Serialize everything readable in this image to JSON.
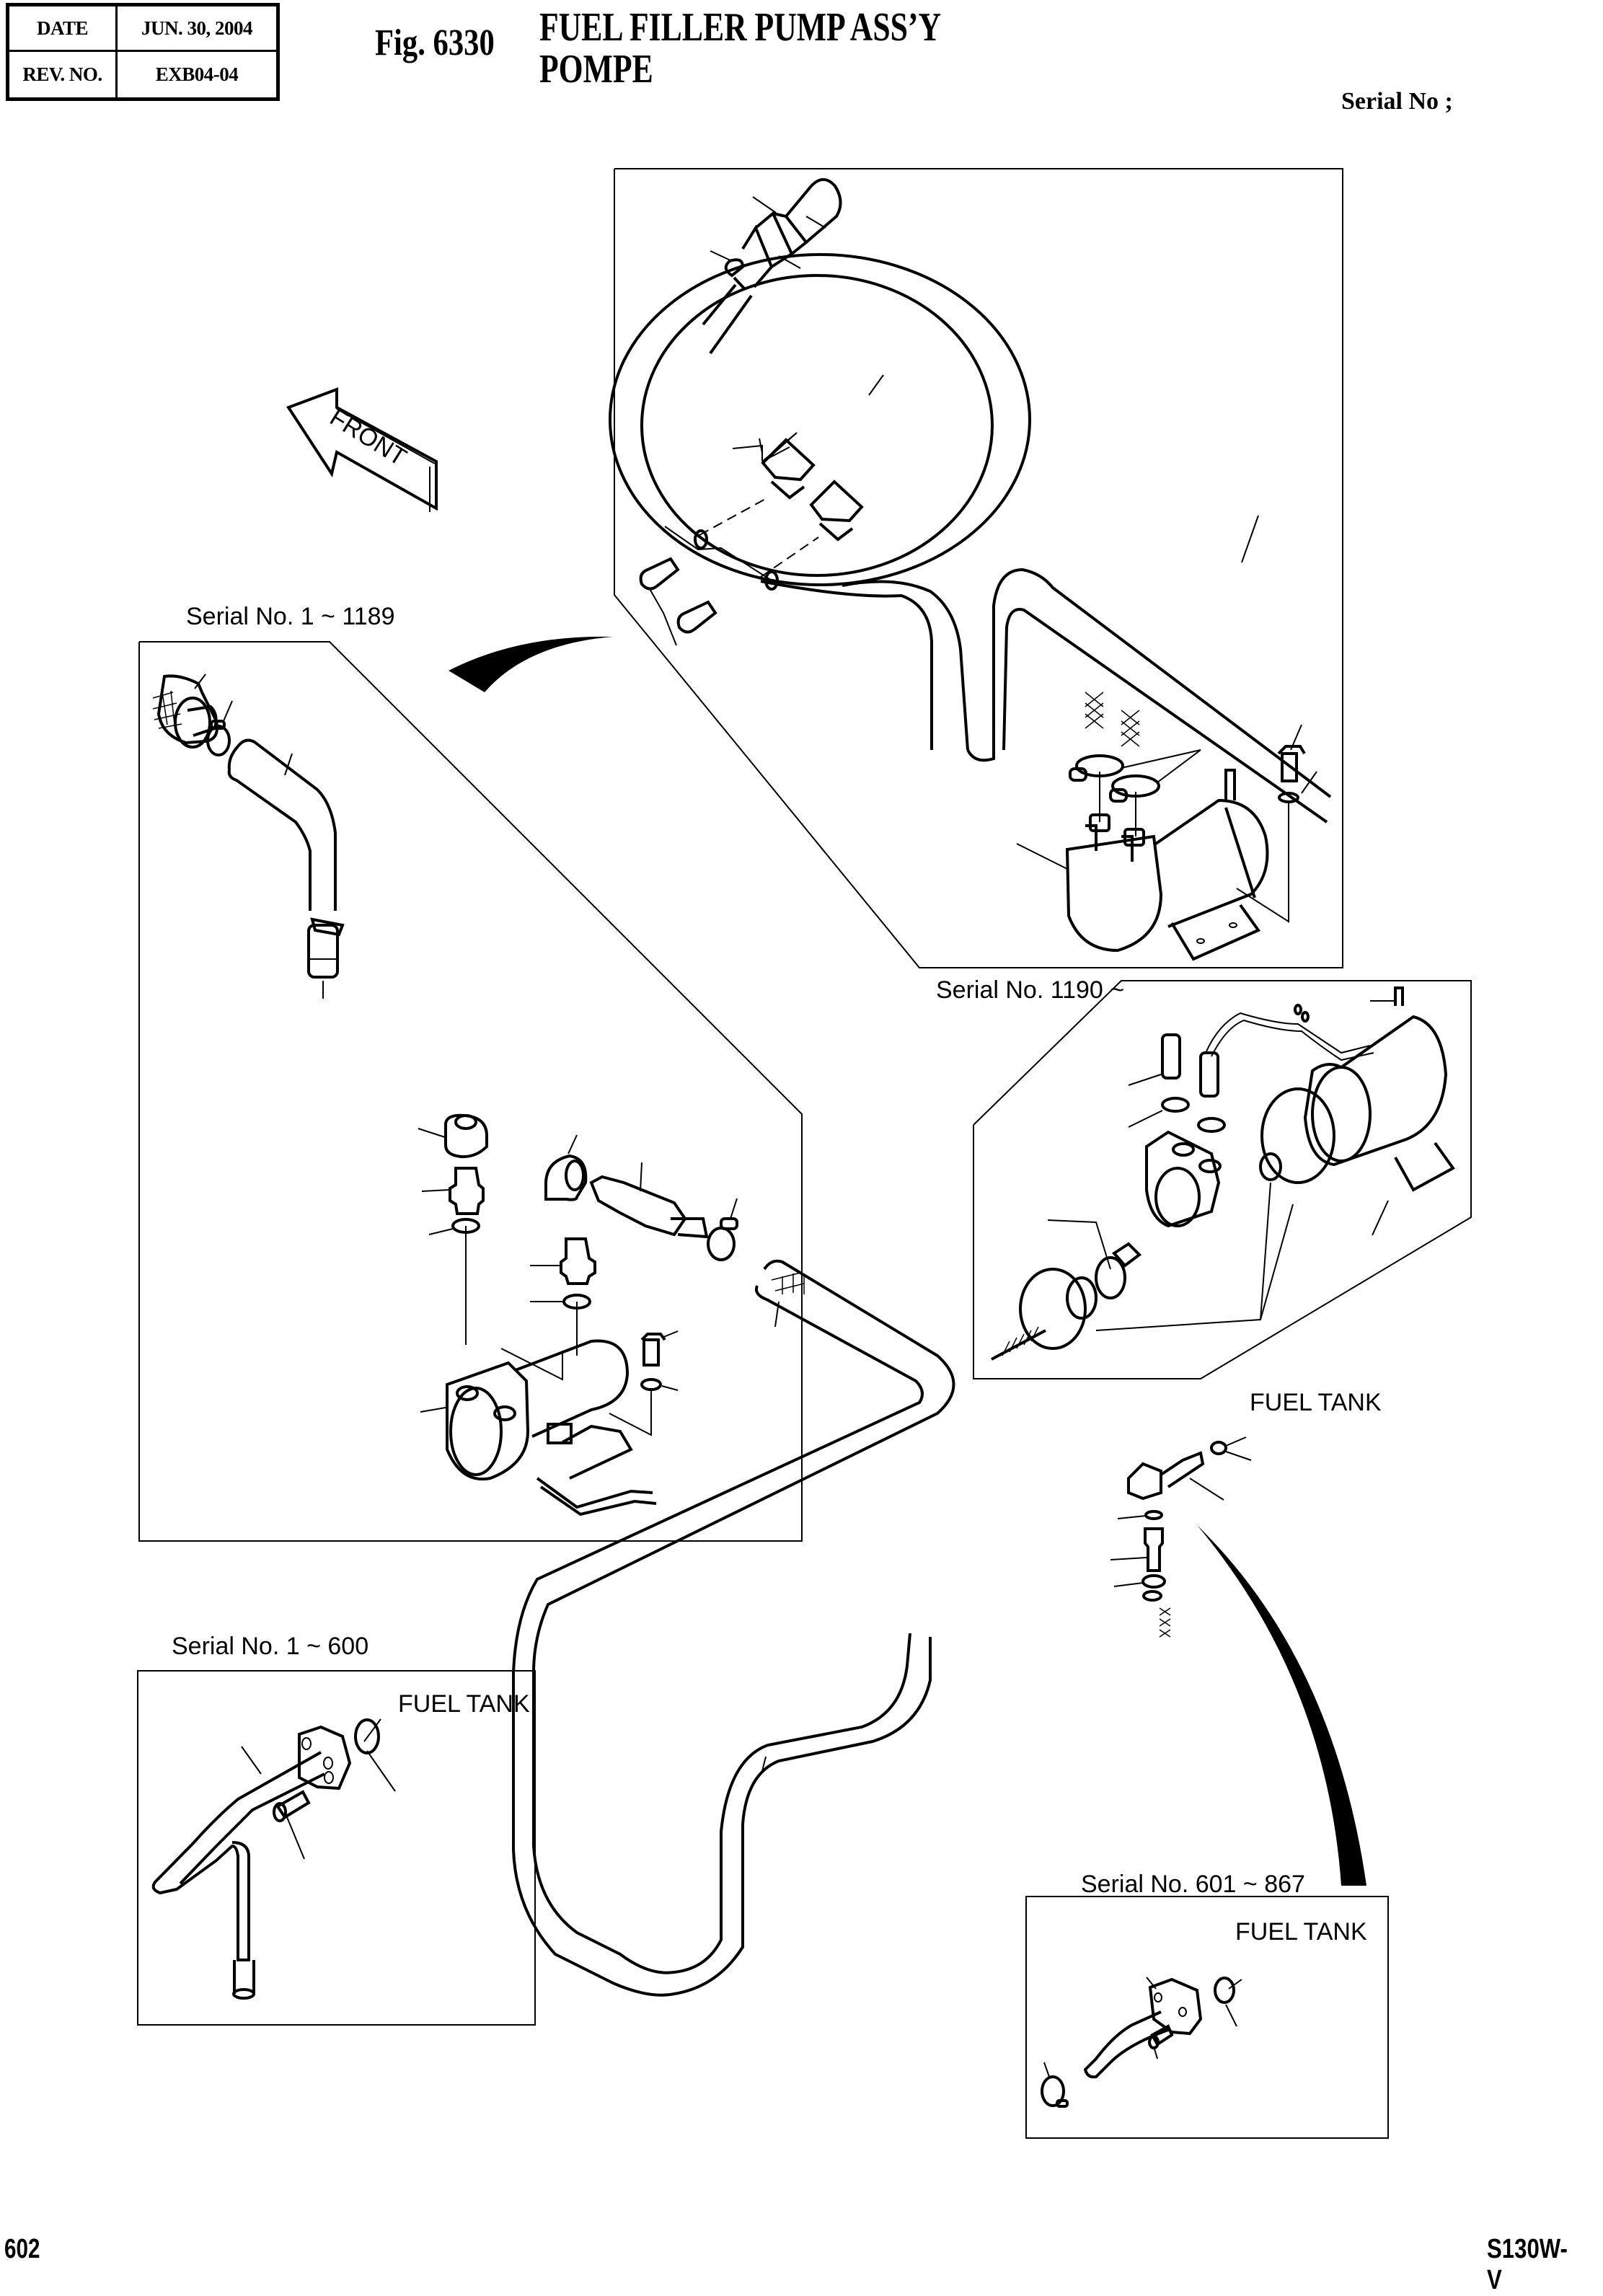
{
  "header": {
    "date_label": "DATE",
    "date_value": "JUN. 30, 2004",
    "rev_label": "REV. NO.",
    "rev_value": "EXB04-04",
    "figure_number": "Fig. 6330",
    "title_line1": "FUEL FILLER PUMP ASS’Y",
    "title_line2": "POMPE",
    "serial_label": "Serial No ;"
  },
  "direction_marker": {
    "label": "FRONT",
    "icon": "front-direction-arrow"
  },
  "views": [
    {
      "id": "main-top-right",
      "caption": "",
      "components": [
        "filler-nozzle",
        "hose-clamp",
        "coupling",
        "coiled-hose",
        "hose-holder-brackets",
        "bolts",
        "washers",
        "hose-clamps",
        "pump-motor",
        "bolt",
        "washer"
      ]
    },
    {
      "id": "serial-1-1189",
      "caption": "Serial No. 1 ~  1189",
      "components": [
        "strainer",
        "hose-clamp",
        "suction-hose",
        "nut",
        "adapter",
        "o-ring",
        "elbow",
        "check-valve",
        "hose-clamp",
        "adapter",
        "o-ring",
        "pump-motor",
        "bolt",
        "washer"
      ]
    },
    {
      "id": "serial-1190",
      "caption": "Serial No. 1190 ~",
      "components": [
        "adapters",
        "o-rings",
        "pump-body",
        "vane",
        "impeller",
        "o-ring",
        "cover",
        "screw",
        "washer",
        "seal",
        "gasket",
        "motor",
        "switch"
      ]
    },
    {
      "id": "fuel-tank-connection",
      "caption": "",
      "label": "FUEL TANK",
      "components": [
        "elbow",
        "o-ring",
        "o-ring",
        "adapter",
        "hose-clamp",
        "return-hose"
      ]
    },
    {
      "id": "serial-1-600",
      "caption": "Serial No. 1 ~ 600",
      "label": "FUEL TANK",
      "components": [
        "suction-pipe",
        "flange",
        "o-ring",
        "socket-bolt"
      ]
    },
    {
      "id": "serial-601-867",
      "caption": "Serial No. 601 ~  867",
      "label": "FUEL TANK",
      "components": [
        "suction-pipe",
        "flange",
        "o-ring",
        "socket-bolt",
        "hose-clamp"
      ]
    }
  ],
  "footer": {
    "page_number": "602",
    "model": "S130W-V"
  }
}
